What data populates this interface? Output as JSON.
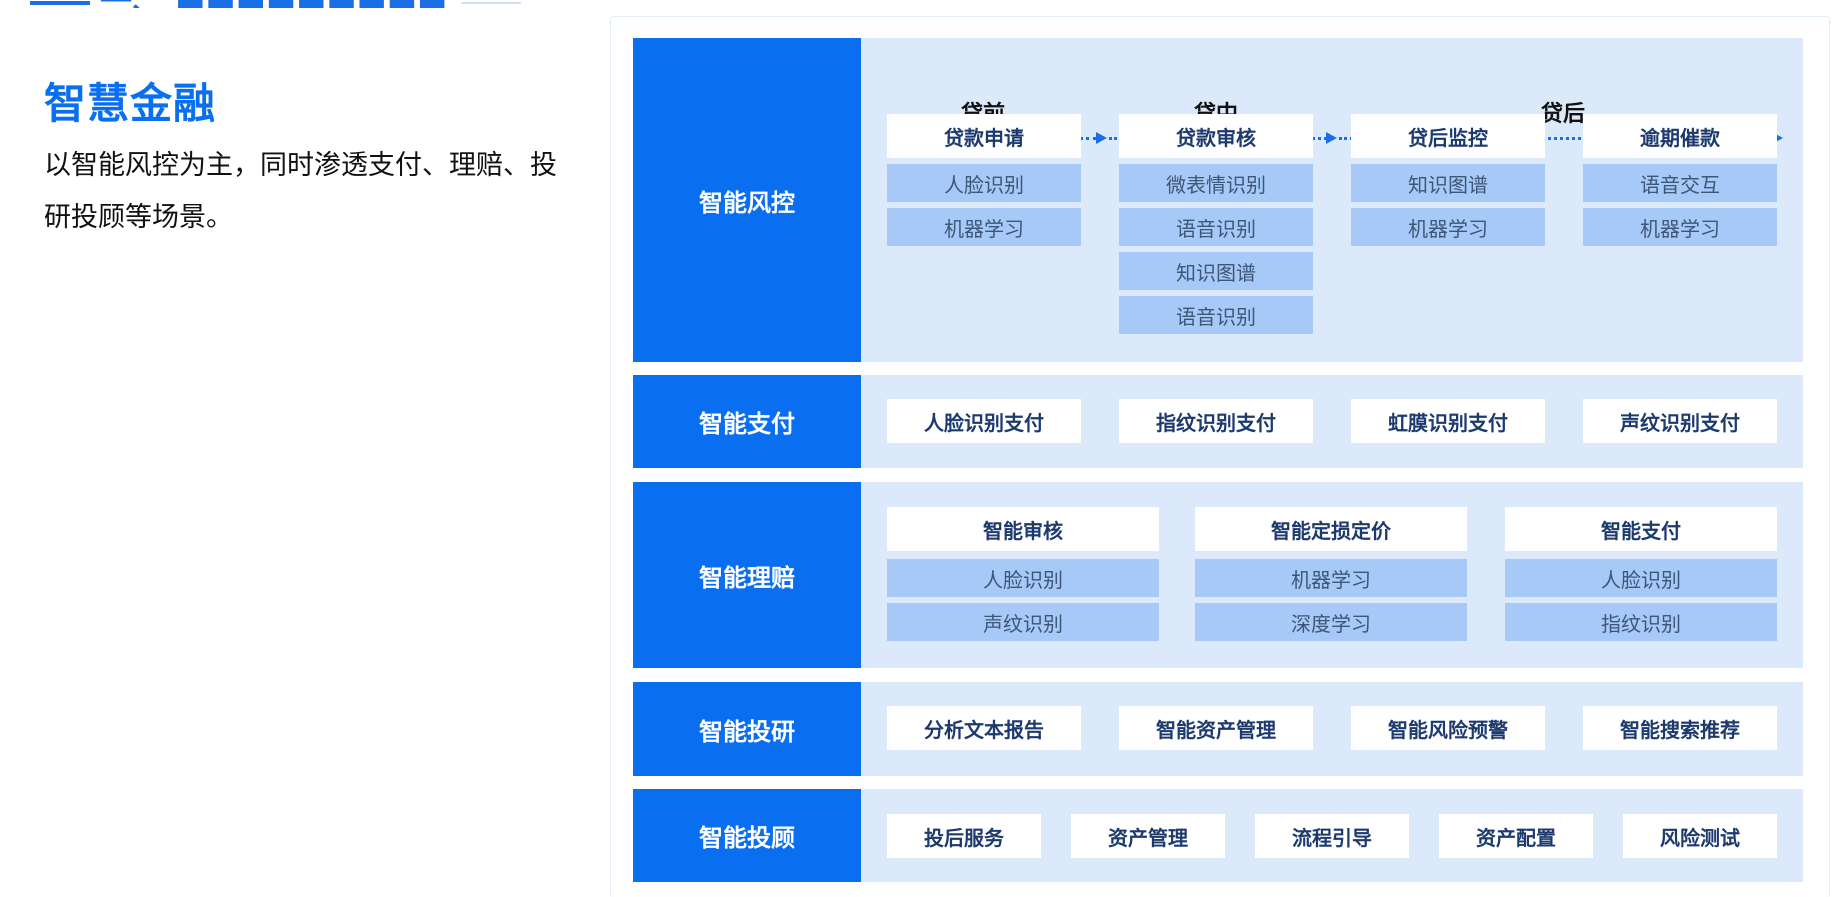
{
  "header": {
    "partial_title": "一、 ■■■■■■■■■"
  },
  "left": {
    "title": "智慧金融",
    "description": "以智能风控为主，同时渗透支付、理赔、投研投顾等场景。"
  },
  "colors": {
    "primary": "#0a6ef0",
    "body_bg": "#dce9fb",
    "sub_bg": "#a6c9f7",
    "head_text": "#1d3a6e"
  },
  "diagram": {
    "risk": {
      "label": "智能风控",
      "phases": [
        "贷前",
        "贷中",
        "贷后"
      ],
      "columns": [
        {
          "head": "贷款申请",
          "items": [
            "人脸识别",
            "机器学习"
          ]
        },
        {
          "head": "贷款审核",
          "items": [
            "微表情识别",
            "语音识别",
            "知识图谱",
            "语音识别"
          ]
        },
        {
          "head": "贷后监控",
          "items": [
            "知识图谱",
            "机器学习"
          ]
        },
        {
          "head": "逾期催款",
          "items": [
            "语音交互",
            "机器学习"
          ]
        }
      ]
    },
    "payment": {
      "label": "智能支付",
      "items": [
        "人脸识别支付",
        "指纹识别支付",
        "虹膜识别支付",
        "声纹识别支付"
      ]
    },
    "claims": {
      "label": "智能理赔",
      "columns": [
        {
          "head": "智能审核",
          "items": [
            "人脸识别",
            "声纹识别"
          ]
        },
        {
          "head": "智能定损定价",
          "items": [
            "机器学习",
            "深度学习"
          ]
        },
        {
          "head": "智能支付",
          "items": [
            "人脸识别",
            "指纹识别"
          ]
        }
      ]
    },
    "research": {
      "label": "智能投研",
      "items": [
        "分析文本报告",
        "智能资产管理",
        "智能风险预警",
        "智能搜索推荐"
      ]
    },
    "advisory": {
      "label": "智能投顾",
      "items": [
        "投后服务",
        "资产管理",
        "流程引导",
        "资产配置",
        "风险测试"
      ]
    }
  }
}
